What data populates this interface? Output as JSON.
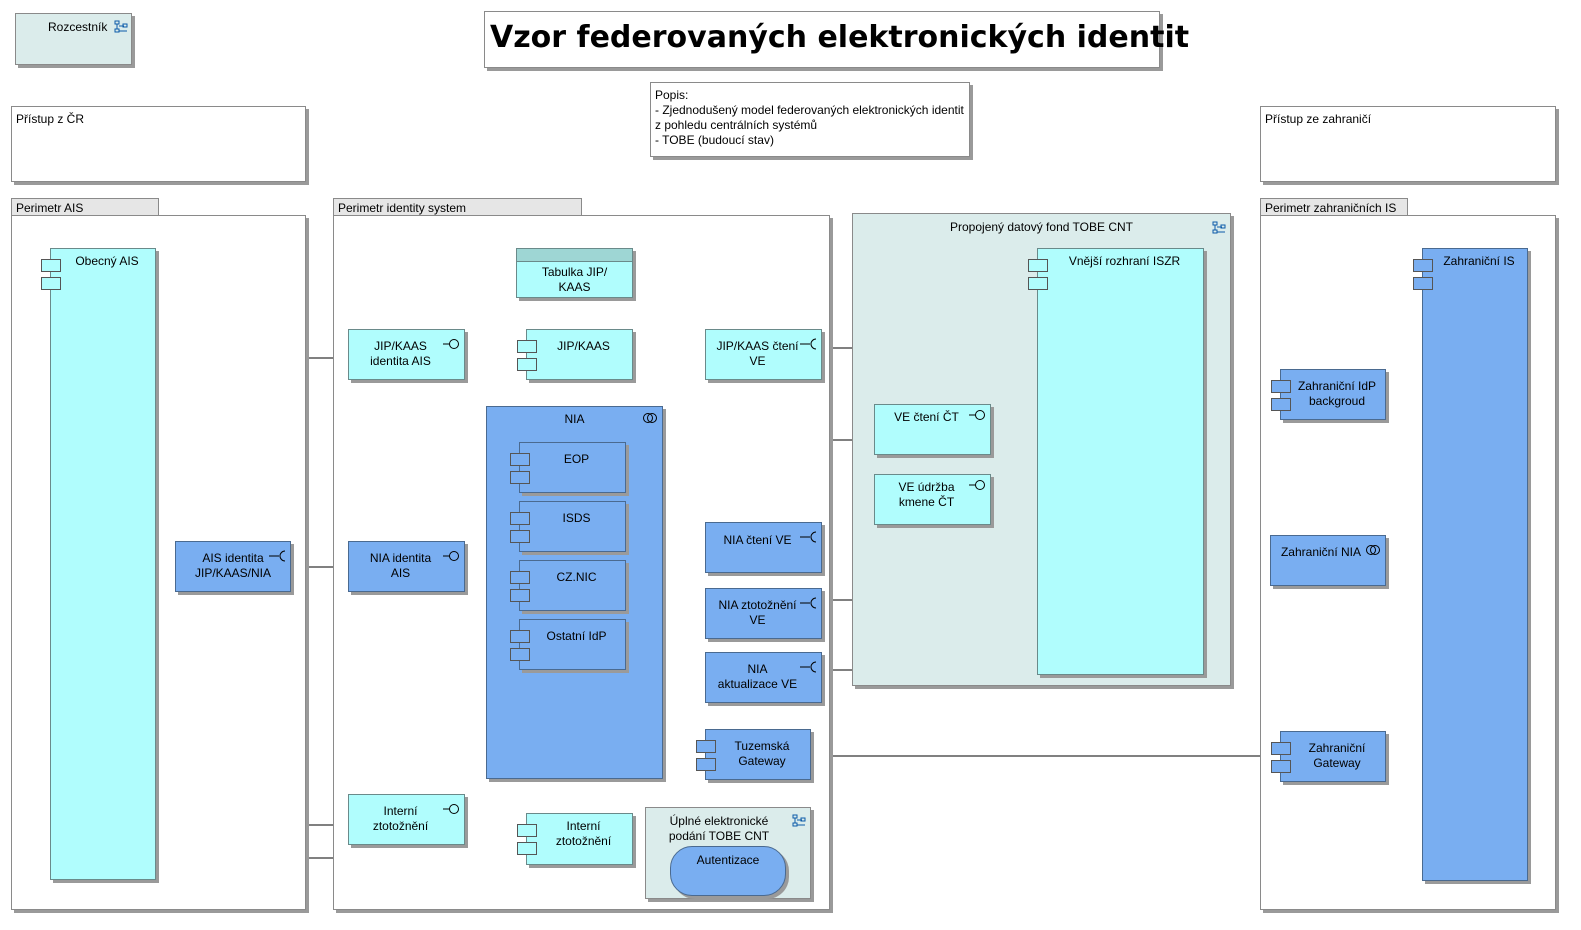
{
  "title": "Vzor federovaných elektronických identit",
  "signpost": "Rozcestník",
  "description": {
    "lines": [
      "Popis:",
      "- Zjednodušený model federovaných elektronických identit",
      "z pohledu centrálních systémů",
      "- TOBE (budoucí stav)"
    ]
  },
  "notes": {
    "access_cr": "Přístup z ČR",
    "access_abroad": "Přístup ze zahraničí"
  },
  "groups": {
    "perimeter_ais": "Perimetr AIS",
    "perimeter_identity": "Perimetr identity system",
    "perimeter_foreign": "Perimetr zahraničních IS",
    "data_fund": "Propojený datový fond TOBE CNT",
    "full_submission": [
      "Úplné elektronické",
      "podání TOBE CNT"
    ]
  },
  "elements": {
    "general_ais": "Obecný AIS",
    "ais_identity": [
      "AIS identita",
      "JIP/KAAS/NIA"
    ],
    "jip_table": [
      "Tabulka JIP/",
      "KAAS"
    ],
    "jip_kaas_identity_ais": [
      "JIP/KAAS",
      "identita AIS"
    ],
    "jip_kaas": "JIP/KAAS",
    "jip_kaas_read": [
      "JIP/KAAS čtení",
      "VE"
    ],
    "nia": "NIA",
    "eop": "EOP",
    "isds": "ISDS",
    "cznic": "CZ.NIC",
    "other_idp": "Ostatní IdP",
    "nia_identity_ais": [
      "NIA identita",
      "AIS"
    ],
    "nia_read_ve": "NIA čtení VE",
    "nia_identification_ve": [
      "NIA ztotožnění",
      "VE"
    ],
    "nia_update_ve": [
      "NIA",
      "aktualizace VE"
    ],
    "domestic_gateway": [
      "Tuzemská",
      "Gateway"
    ],
    "internal_ident_iface": [
      "Interní",
      "ztotožnění"
    ],
    "internal_ident": [
      "Interní",
      "ztotožnění"
    ],
    "authentication": "Autentizace",
    "ve_read_ct": "VE čtení ČT",
    "ve_maint": [
      "VE údržba",
      "kmene ČT"
    ],
    "iszr": "Vnější rozhraní ISZR",
    "foreign_is": "Zahraniční IS",
    "foreign_idp": [
      "Zahraniční IdP",
      "backgroud"
    ],
    "foreign_nia": "Zahraniční NIA",
    "foreign_gateway": [
      "Zahraniční",
      "Gateway"
    ]
  },
  "colors": {
    "app_light": "#b0fdfd",
    "app_dark": "#79aef1",
    "grouping": "#dbeceb",
    "group_tab": "#e6e6e6"
  }
}
